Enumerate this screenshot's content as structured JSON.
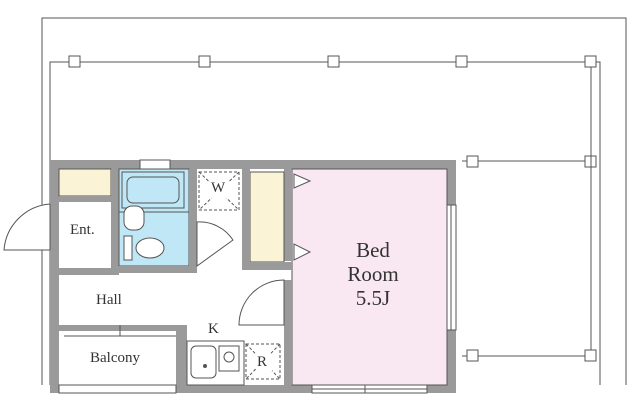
{
  "rooms": {
    "bedroom_name": "Bed",
    "bedroom_name_2": "Room",
    "bedroom_size": "5.5J",
    "entrance": "Ent.",
    "hall": "Hall",
    "kitchen": "K",
    "balcony": "Balcony",
    "washer": "W",
    "fridge": "R"
  },
  "colors": {
    "wall": "#9a9a9a",
    "bedroom_fill": "#f9e8f1",
    "bath_fill": "#bfe7f5",
    "closet_fill": "#fbf3d6",
    "outline": "#555555"
  }
}
